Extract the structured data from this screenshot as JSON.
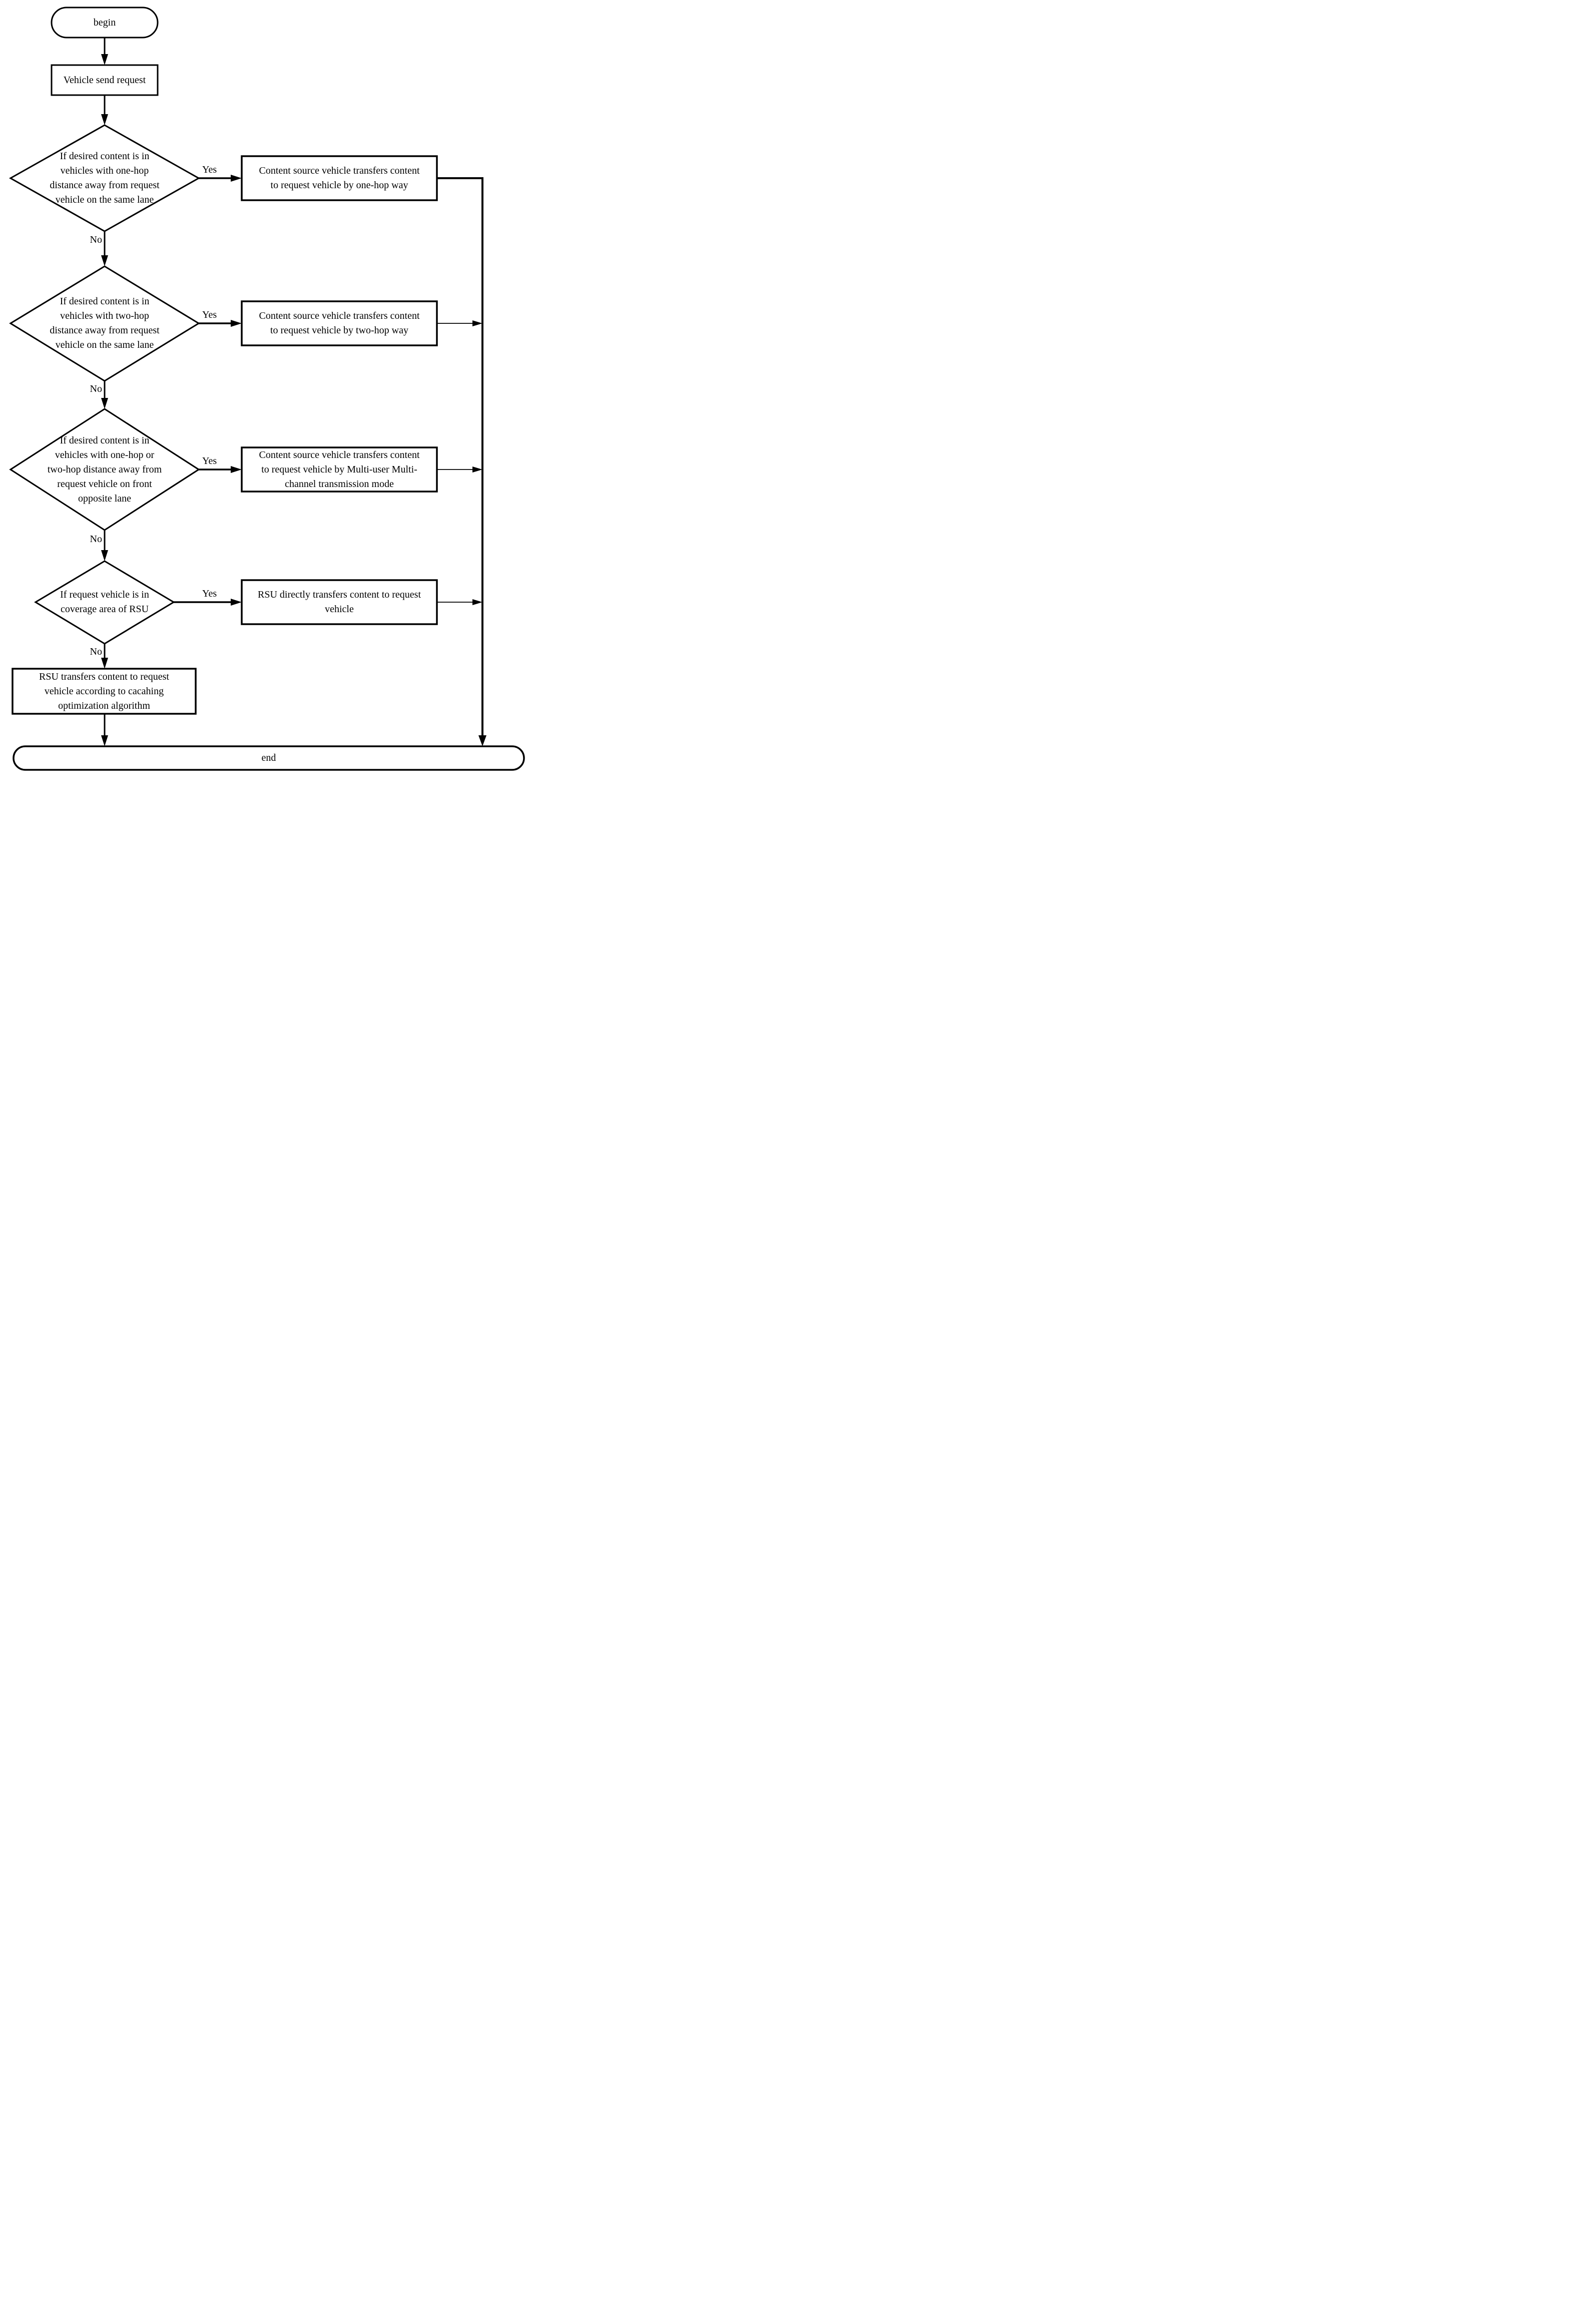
{
  "diagram": {
    "background": "#ffffff",
    "stroke_color": "#000000",
    "nodes": {
      "begin": {
        "type": "terminator",
        "label": "begin"
      },
      "vehicle_send_request": {
        "type": "process",
        "label": "Vehicle send request"
      },
      "decision_one_hop_same_lane": {
        "type": "decision",
        "label": "If desired content is in\nvehicles with one-hop\ndistance away from request\nvehicle on the same lane"
      },
      "transfer_one_hop": {
        "type": "process",
        "label": "Content source vehicle transfers content\nto request vehicle by one-hop way"
      },
      "decision_two_hop_same_lane": {
        "type": "decision",
        "label": "If desired content is in\nvehicles with two-hop\ndistance away from request\nvehicle on the same lane"
      },
      "transfer_two_hop": {
        "type": "process",
        "label": "Content source vehicle transfers content\nto request vehicle by two-hop way"
      },
      "decision_opposite_lane": {
        "type": "decision",
        "label": "If desired content is in\nvehicles with one-hop or\ntwo-hop distance away from\nrequest vehicle on front\nopposite lane"
      },
      "transfer_multi_user_multi_channel": {
        "type": "process",
        "label": "Content source vehicle transfers content\nto request vehicle by Multi-user Multi-\nchannel transmission mode"
      },
      "decision_rsu_coverage": {
        "type": "decision",
        "label": "If request vehicle is in\ncoverage area of RSU"
      },
      "rsu_direct_transfer": {
        "type": "process",
        "label": "RSU directly transfers content to request\nvehicle"
      },
      "rsu_caching_transfer": {
        "type": "process",
        "label": "RSU transfers content to request\nvehicle according to cacahing\noptimization algorithm"
      },
      "end": {
        "type": "terminator",
        "label": "end"
      }
    },
    "edge_labels": {
      "yes1": "Yes",
      "yes2": "Yes",
      "yes3": "Yes",
      "yes4": "Yes",
      "no1": "No",
      "no2": "No",
      "no3": "No",
      "no4": "No"
    }
  }
}
